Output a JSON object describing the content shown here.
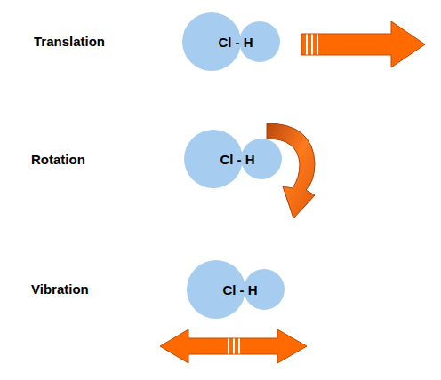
{
  "diagram": {
    "nodes": [
      {
        "text": [
          "Cl - H"
        ]
      },
      {
        "text": [
          "Cl - H"
        ]
      },
      {
        "text": [
          "Cl - H"
        ]
      }
    ],
    "labels": [
      "Translation",
      "Rotation",
      "Vibration"
    ]
  }
}
